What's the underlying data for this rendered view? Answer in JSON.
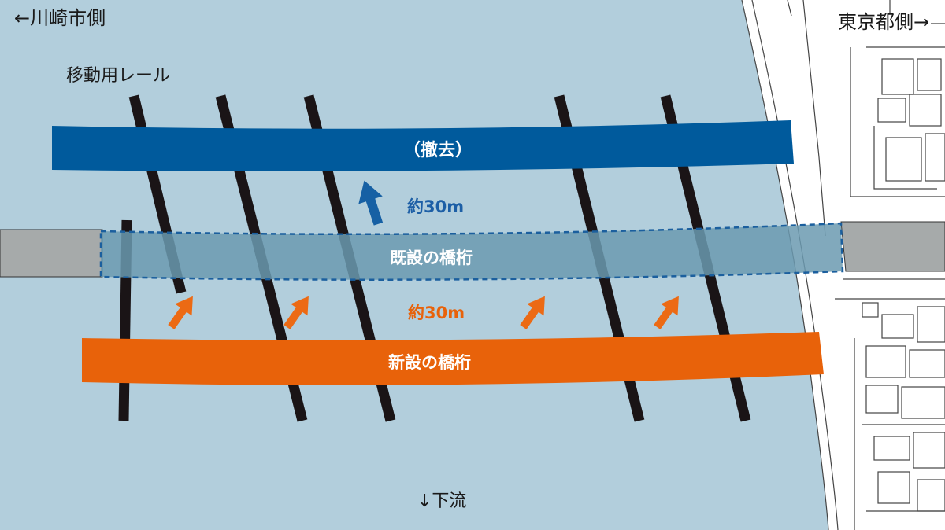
{
  "labels": {
    "kawasaki_side": "←川崎市側",
    "tokyo_side": "東京都側→",
    "rail": "移動用レール",
    "removal": "（撤去）",
    "distance_upper": "約30m",
    "existing_girder": "既設の橋桁",
    "distance_lower": "約30m",
    "new_girder": "新設の橋桁",
    "downstream": "↓下流"
  },
  "colors": {
    "river": "#b2cedc",
    "removed_girder": "#005a9c",
    "existing_girder": "#6b9ab0",
    "existing_outline": "#1b5f9e",
    "new_girder": "#e8620a",
    "rail": "#1a1416",
    "road": "#a6aaaa",
    "land": "#ffffff",
    "map_lines": "#444444",
    "blue_text": "#1d5fa6",
    "orange_text": "#e8620a",
    "blue_arrow": "#1660a4",
    "orange_arrow": "#ec6a14"
  },
  "icons": {
    "shift_arrow_up": "arrow-up-icon",
    "shift_arrow_new": "arrow-up-right-icon"
  }
}
